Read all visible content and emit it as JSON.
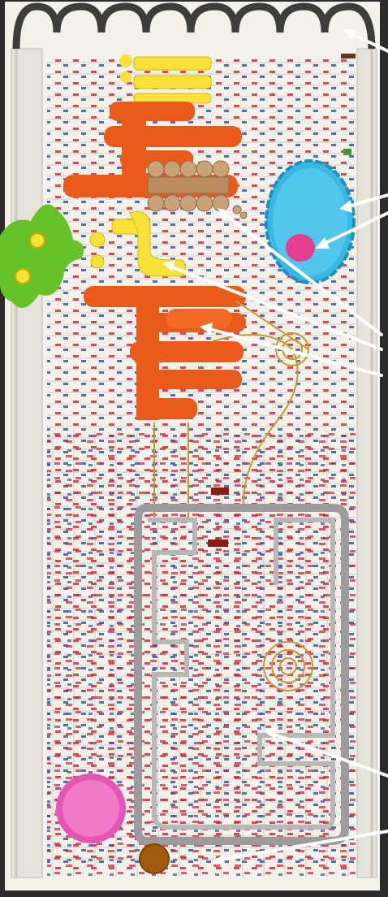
{
  "image": {
    "kind": "photograph of a wall chart of cell metabolic pathways",
    "colors": {
      "backdrop": "#2b2b2b",
      "poster": "#f3f1ea",
      "membrane": "#3d3d3d",
      "er_orange": "#ea5a1a",
      "er_orange_light": "#f5a12b",
      "golgi_yellow": "#f6e23a",
      "ribosome_tan": "#c9a278",
      "nucleus_blue": "#39b8e3",
      "nucleolus_pink": "#e0408f",
      "lysosome_pink": "#e455b6",
      "bacterium_green": "#67c128",
      "mitochondrion_gray": "#9c9c9c",
      "pathway_red": "#c8203a",
      "pathway_blue": "#2f4f9c",
      "annotation_arrow": "#ffffff",
      "small_circle_brown": "#a05a10"
    }
  },
  "arrows": [
    {
      "name": "arrow-to-cell-membrane"
    },
    {
      "name": "arrow-to-nucleus"
    },
    {
      "name": "arrow-to-nucleolus"
    },
    {
      "name": "arrow-to-ribosomes"
    },
    {
      "name": "arrow-to-golgi"
    },
    {
      "name": "arrow-to-endoplasmic-reticulum"
    },
    {
      "name": "arrow-to-mitochondrion"
    },
    {
      "name": "arrow-to-bottom-label"
    }
  ]
}
